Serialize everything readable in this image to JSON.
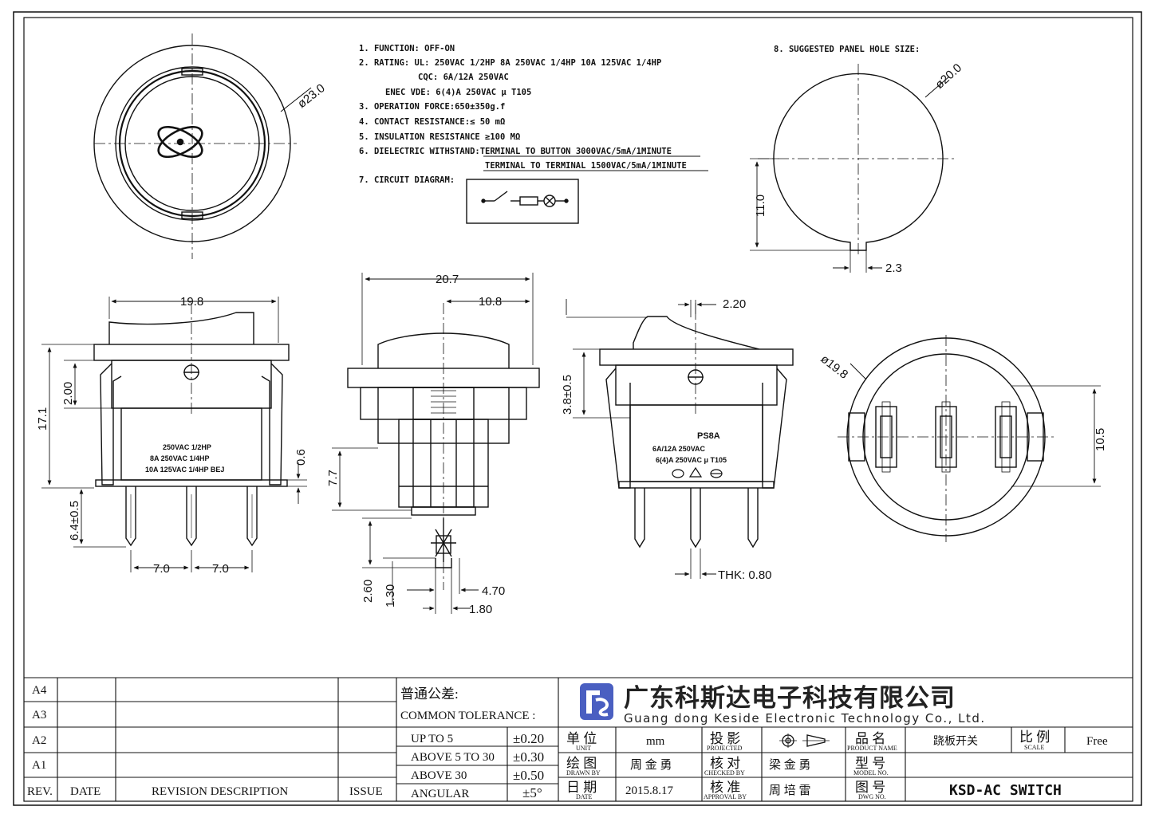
{
  "notes": {
    "function": "1. FUNCTION: OFF-ON",
    "rating_ul": "2. RATING:  UL: 250VAC 1/2HP    8A 250VAC 1/4HP    10A 125VAC 1/4HP",
    "rating_cqc": "CQC: 6A/12A 250VAC",
    "rating_enec": "ENEC VDE: 6(4)A 250VAC μ T105",
    "operation_force": "3. OPERATION FORCE:650±350g.f",
    "contact_resistance": "4. CONTACT RESISTANCE:≤ 50 mΩ",
    "insulation_resistance": "5. INSULATION RESISTANCE ≥100 MΩ",
    "dielectric_1": "6. DIELECTRIC WITHSTAND:TERMINAL TO BUTTON 3000VAC/5mA/1MINUTE",
    "dielectric_2": "TERMINAL TO TERMINAL 1500VAC/5mA/1MINUTE",
    "circuit_diagram": "7. CIRCUIT DIAGRAM:",
    "panel_hole": "8. SUGGESTED PANEL HOLE SIZE:"
  },
  "dimensions": {
    "top_dia": "ø23.0",
    "hole_dia": "ø20.0",
    "hole_height": "11.0",
    "hole_key": "2.3",
    "front_width": "19.8",
    "front_height": "17.1",
    "front_body": "2.00",
    "front_flange": "0.6",
    "front_pin": "6.4±0.5",
    "pitch_1": "7.0",
    "pitch_2": "7.0",
    "side_width": "20.7",
    "side_half": "10.8",
    "side_body": "7.7",
    "pin_len": "2.60",
    "pin_tip": "1.30",
    "pin_width": "4.70",
    "pin_thk": "1.80",
    "rear_offset": "2.20",
    "rear_height": "3.8±0.5",
    "thickness": "THK: 0.80",
    "bottom_dia": "ø19.8",
    "bottom_span": "10.5"
  },
  "markings": {
    "front_1": "250VAC 1/2HP",
    "front_2": "8A 250VAC 1/4HP",
    "front_3": "10A 125VAC 1/4HP   BEJ",
    "rear_model": "PS8A",
    "rear_1": "6A/12A 250VAC",
    "rear_2": "6(4)A 250VAC μ T105"
  },
  "revision": {
    "rows": [
      "A4",
      "A3",
      "A2",
      "A1"
    ],
    "header": {
      "rev": "REV.",
      "date": "DATE",
      "desc": "REVISION DESCRIPTION",
      "issue": "ISSUE"
    }
  },
  "tolerance": {
    "title_cn": "普通公差:",
    "title_en": "COMMON TOLERANCE :",
    "rows": [
      {
        "range": "UP TO 5",
        "value": "±0.20"
      },
      {
        "range": "ABOVE 5 TO 30",
        "value": "±0.30"
      },
      {
        "range": "ABOVE 30",
        "value": "±0.50"
      },
      {
        "range": "ANGULAR",
        "value": "±5°"
      }
    ]
  },
  "company": {
    "name_cn": "广东科斯达电子科技有限公司",
    "name_en": "Guang dong Keside  Electronic Technology Co., Ltd.",
    "logo_color": "#4a5fc1"
  },
  "titleblock": {
    "unit_cn": "单 位",
    "unit_en": "UNIT",
    "unit_val": "mm",
    "proj_cn": "投 影",
    "proj_en": "PROJECTED",
    "pname_cn": "品 名",
    "pname_en": "PRODUCT NAME",
    "pname_val": "跷板开关",
    "scale_cn": "比 例",
    "scale_en": "SCALE",
    "scale_val": "Free",
    "drawn_cn": "绘 图",
    "drawn_en": "DRAWN BY",
    "drawn_val": "周 金 勇",
    "check_cn": "核 对",
    "check_en": "CHECKED BY",
    "check_val": "梁 金 勇",
    "model_cn": "型 号",
    "model_en": "MODEL NO.",
    "date_cn": "日 期",
    "date_en": "DATE",
    "date_val": "2015.8.17",
    "appr_cn": "核 准",
    "appr_en": "APPROVAL BY",
    "appr_val": "周 培 雷",
    "dwg_cn": "图 号",
    "dwg_en": "DWG NO.",
    "dwg_val": "KSD-AC SWITCH"
  }
}
